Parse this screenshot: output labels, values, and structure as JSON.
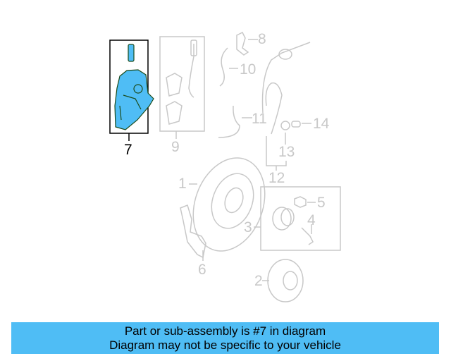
{
  "diagram": {
    "highlight_color": "#4fbdf5",
    "outline_color": "#c8c8c8",
    "selected_part": "7",
    "callouts": [
      {
        "id": "1",
        "label": "1"
      },
      {
        "id": "2",
        "label": "2"
      },
      {
        "id": "3",
        "label": "3"
      },
      {
        "id": "4",
        "label": "4"
      },
      {
        "id": "5",
        "label": "5"
      },
      {
        "id": "6",
        "label": "6"
      },
      {
        "id": "7",
        "label": "7"
      },
      {
        "id": "8",
        "label": "8"
      },
      {
        "id": "9",
        "label": "9"
      },
      {
        "id": "10",
        "label": "10"
      },
      {
        "id": "11",
        "label": "11"
      },
      {
        "id": "12",
        "label": "12"
      },
      {
        "id": "13",
        "label": "13"
      },
      {
        "id": "14",
        "label": "14"
      }
    ]
  },
  "banner": {
    "line1": "Part or sub-assembly is #7 in diagram",
    "line2": "Diagram may not be specific to your vehicle",
    "background": "#4fbdf5"
  }
}
